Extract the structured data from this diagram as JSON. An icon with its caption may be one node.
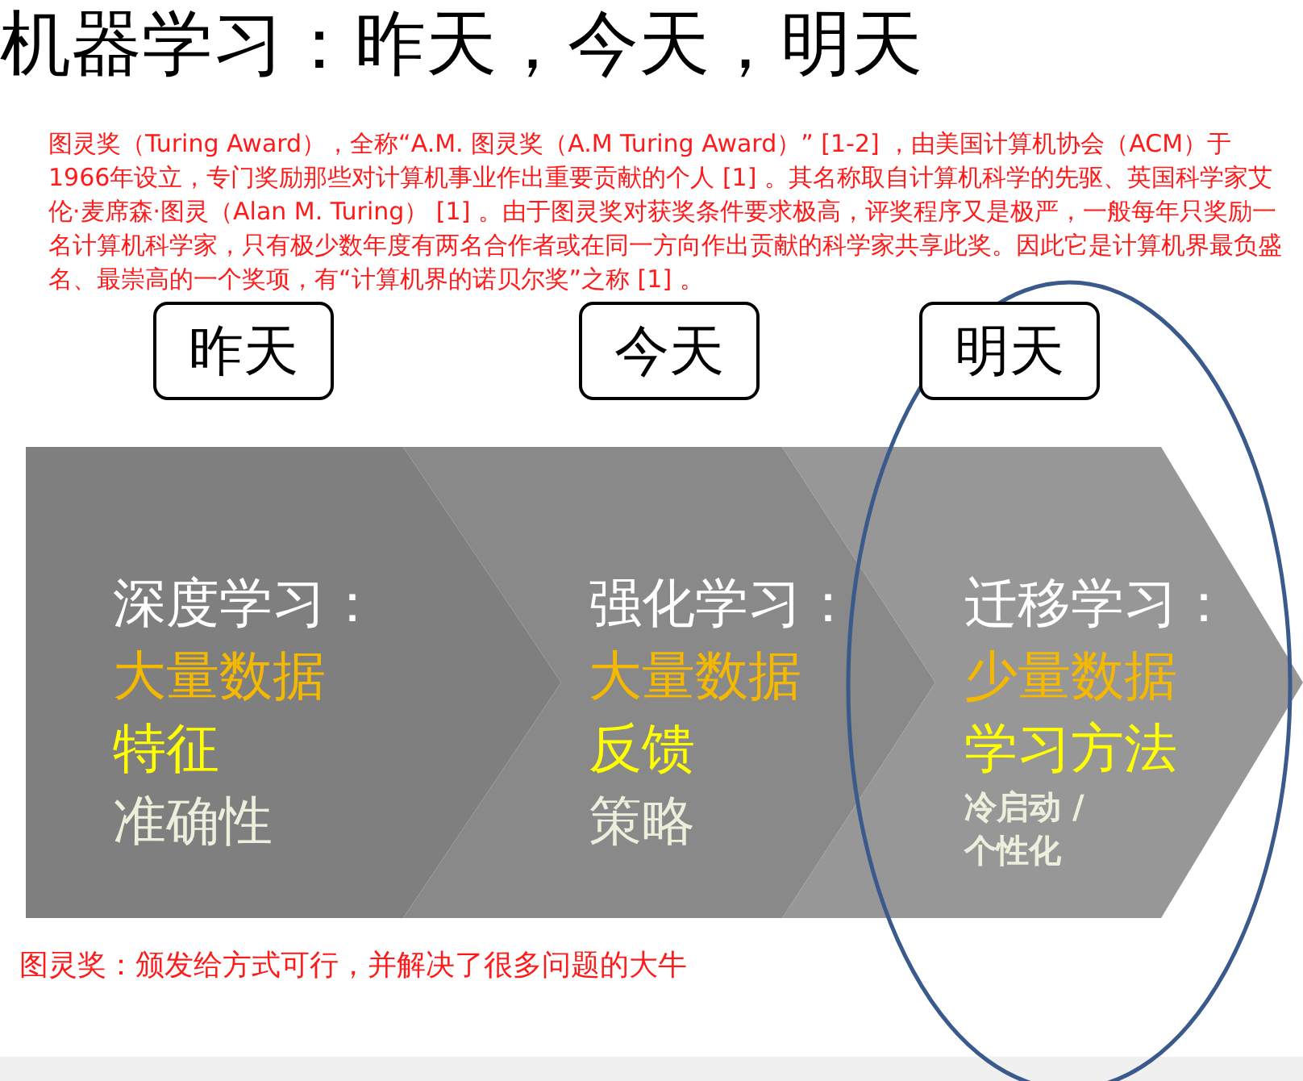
{
  "diagram": {
    "title": "机器学习：昨天，今天，明天",
    "nodes": [
      {
        "text": [
          "昨天"
        ]
      },
      {
        "text": [
          "今天"
        ]
      },
      {
        "text": [
          "明天"
        ]
      },
      {
        "text": [
          "深度学习：",
          "大量数据",
          "特征",
          "准确性"
        ]
      },
      {
        "text": [
          "强化学习：",
          "大量数据",
          "反馈",
          "策略"
        ]
      },
      {
        "text": [
          "迁移学习：",
          "少量数据",
          "学习方法",
          "冷启动 /个性化"
        ]
      }
    ],
    "labels": [
      "图灵奖（Turing Award），全称“A.M. 图灵奖（A.M Turing Award）” [1-2] ，由美国计算机协会（ACM）于1966年设立，专门奖励那些对计算机事业作出重要贡献的个人 [1] 。其名称取自计算机科学的先驱、英国科学家艾伦·麦席森·图灵（Alan M. Turing） [1] 。由于图灵奖对获奖条件要求极高，评奖程序又是极严，一般每年只奖励一名计算机科学家，只有极少数年度有两名合作者或在同一方向作出贡献的科学家共享此奖。因此它是计算机界最负盛名、最崇高的一个奖项，有“计算机界的诺贝尔奖”之称 [1] 。",
      "图灵奖：颁发给方式可行，并解决了很多问题的大牛"
    ]
  }
}
